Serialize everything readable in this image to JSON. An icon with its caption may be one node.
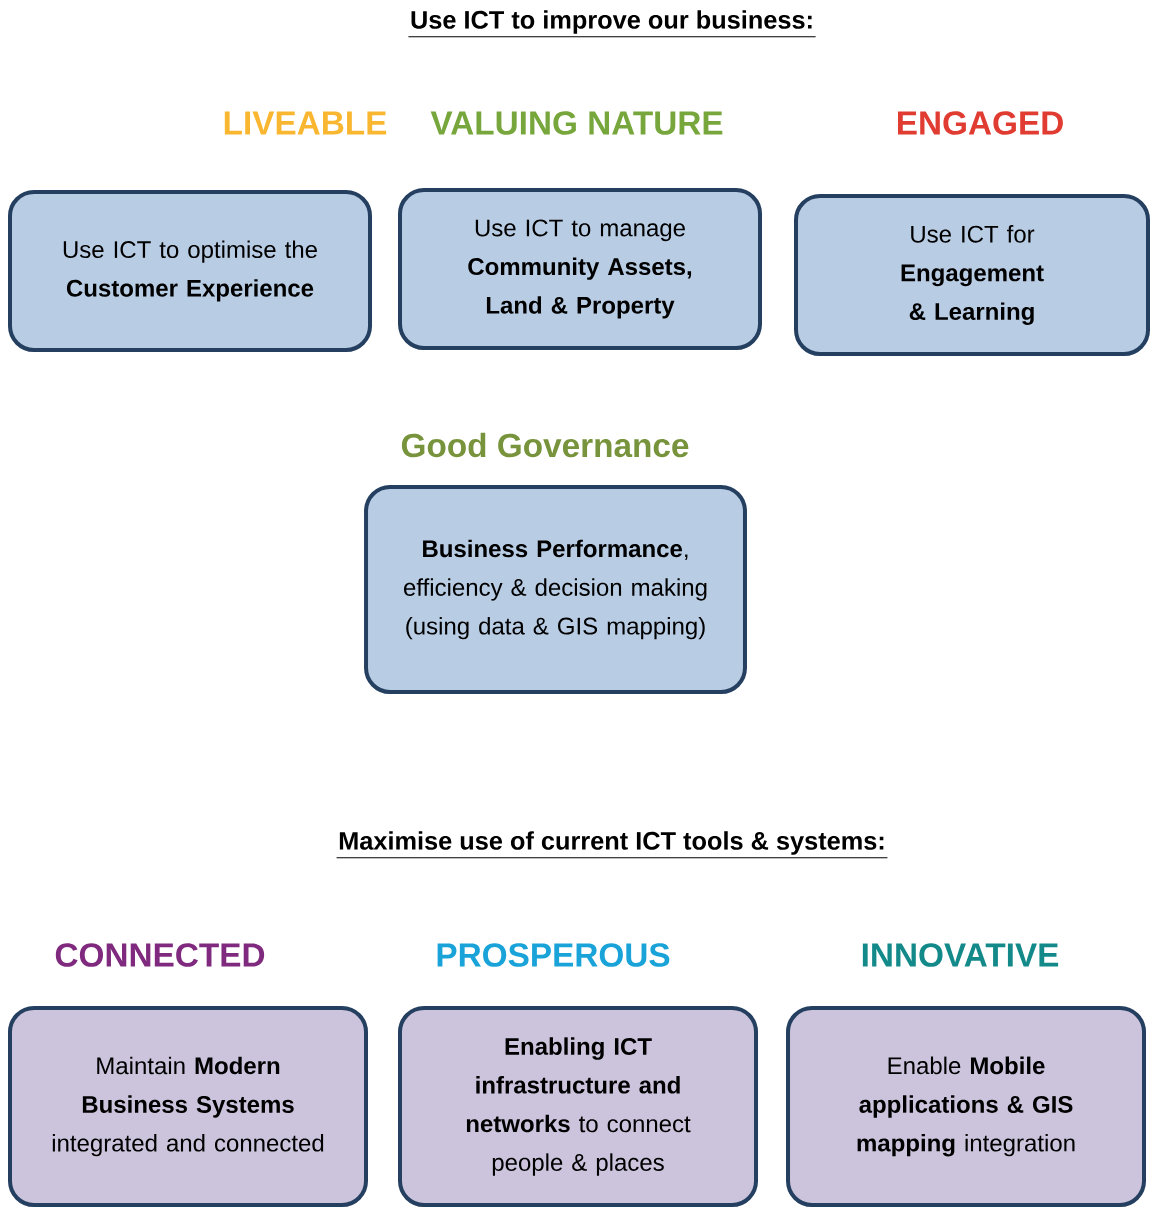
{
  "diagram": {
    "nodes": [
      {
        "text": [
          "Use ICT to optimise the **Customer Experience**"
        ]
      },
      {
        "text": [
          "Use ICT to manage **Community Assets, Land & Property**"
        ]
      },
      {
        "text": [
          "Use ICT for **Engagement & Learning**"
        ]
      },
      {
        "text": [
          "**Business Performance**, efficiency & decision making (using data & GIS mapping)"
        ]
      },
      {
        "text": [
          "Maintain **Modern Business Systems** integrated and connected"
        ]
      },
      {
        "text": [
          "**Enabling ICT infrastructure and networks** to connect people & places"
        ]
      },
      {
        "text": [
          "Enable **Mobile applications & GIS mapping** integration"
        ]
      }
    ],
    "edges": [],
    "labels": [
      "Use ICT to improve our business:",
      "LIVEABLE",
      "VALUING NATURE",
      "ENGAGED",
      "Good Governance",
      "Maximise use of current ICT tools & systems:",
      "CONNECTED",
      "PROSPEROUS",
      "INNOVATIVE"
    ]
  }
}
